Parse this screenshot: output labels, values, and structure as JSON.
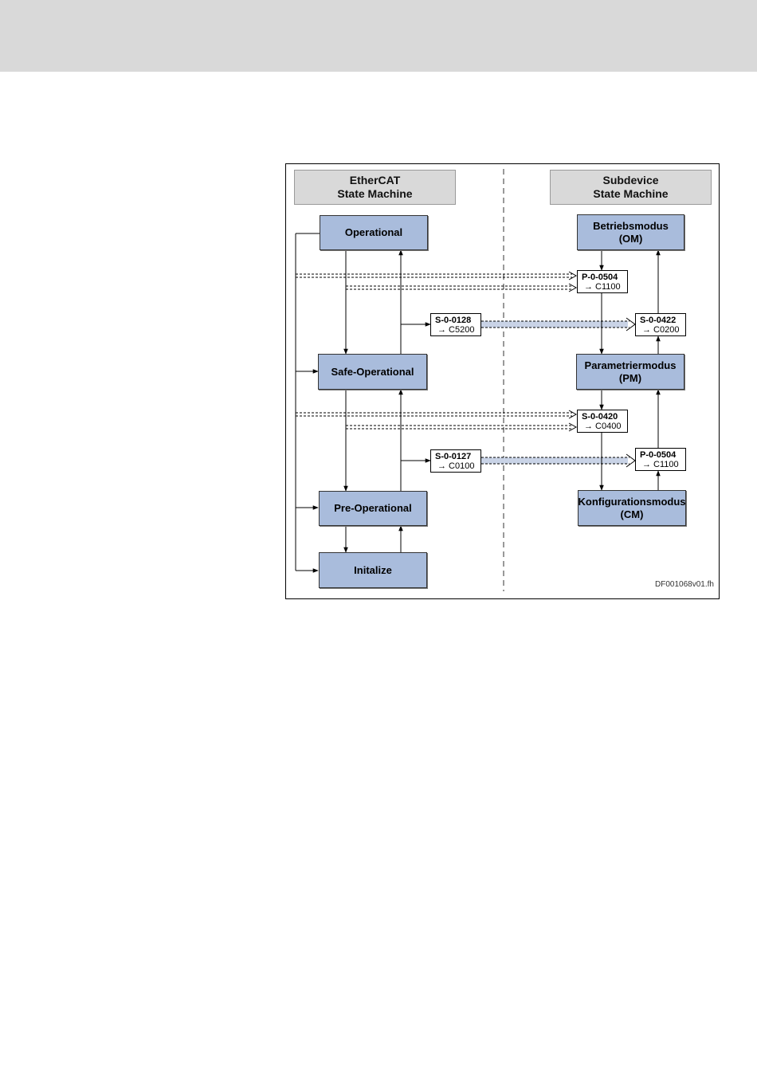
{
  "diagram": {
    "left_header": {
      "line1": "EtherCAT",
      "line2": "State Machine"
    },
    "right_header": {
      "line1": "Subdevice",
      "line2": "State Machine"
    },
    "ethercat_states": [
      {
        "label": "Operational"
      },
      {
        "label": "Safe-Operational"
      },
      {
        "label": "Pre-Operational"
      },
      {
        "label": "Initalize"
      }
    ],
    "subdevice_states": [
      {
        "line1": "Betriebsmodus",
        "line2": "(OM)"
      },
      {
        "line1": "Parametriermodus",
        "line2": "(PM)"
      },
      {
        "line1": "Konfigurationsmodus",
        "line2": "(CM)"
      }
    ],
    "parameter_boxes": [
      {
        "id": "P-0-0504",
        "target": "→ C1100"
      },
      {
        "id": "S-0-0128",
        "target": "→ C5200"
      },
      {
        "id": "S-0-0422",
        "target": "→ C0200"
      },
      {
        "id": "S-0-0420",
        "target": "→ C0400"
      },
      {
        "id": "S-0-0127",
        "target": "→ C0100"
      },
      {
        "id": "P-0-0504",
        "target": "→ C1100"
      }
    ],
    "file_id": "DF001068v01.fh",
    "colors": {
      "state_fill": "#a9bcdc",
      "header_fill": "#d9d9d9",
      "band_fill": "#d9d9d9",
      "line": "#000000"
    }
  }
}
